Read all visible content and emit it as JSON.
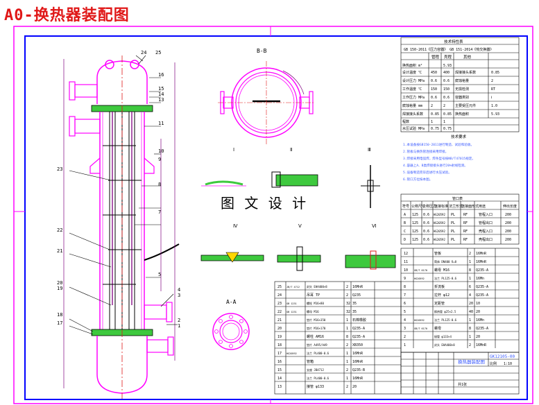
{
  "page_title": "A0-换热器装配图",
  "watermark": "图 文 设 计",
  "section_labels": {
    "bb": "B-B",
    "aa": "A-A",
    "detail1": "Ⅰ",
    "detail2": "Ⅱ",
    "detail3": "Ⅲ",
    "detail4": "Ⅳ",
    "detail5": "Ⅴ",
    "detail6": "Ⅵ"
  },
  "callouts": [
    "24",
    "25",
    "16",
    "15",
    "14",
    "13",
    "11",
    "10",
    "9",
    "8",
    "7",
    "23",
    "22",
    "21",
    "20",
    "19",
    "18",
    "17",
    "5",
    "4",
    "3",
    "2",
    "1"
  ],
  "tech_table": {
    "header": "技术特性表",
    "standard_row": "GB 150-2011《压力容器》 GB 151-2014《热交换器》",
    "col_headers": [
      "",
      "管程",
      "壳程",
      "其他",
      ""
    ],
    "rows": [
      {
        "label": "设计温度 ℃",
        "a": "450",
        "b": "400",
        "c": "焊接接头系数",
        "d": "0.85"
      },
      {
        "label": "设计压力 MPa",
        "a": "0.6",
        "b": "0.6",
        "c": "腐蚀裕量",
        "d": "2"
      },
      {
        "label": "工作温度 ℃",
        "a": "150",
        "b": "150",
        "c": "无损检测",
        "d": "RT"
      },
      {
        "label": "工作压力 MPa",
        "a": "0.6",
        "b": "0.6",
        "c": "容器类别",
        "d": "Ⅰ"
      },
      {
        "label": "腐蚀裕量 mm",
        "a": "2",
        "b": "2",
        "c": "主要受压元件",
        "d": "1.0"
      },
      {
        "label": "焊接接头系数",
        "a": "0.85",
        "b": "0.85",
        "c": "换热面积",
        "d": "5.93"
      },
      {
        "label": "程数",
        "a": "1",
        "b": "1",
        "c": "",
        "d": ""
      },
      {
        "label": "水压试验 MPa",
        "a": "0.75",
        "b": "0.75",
        "c": "",
        "d": ""
      },
      {
        "label": "换热面积 m²",
        "a": "5.93",
        "b": "",
        "c": "",
        "d": ""
      }
    ]
  },
  "requirements": {
    "header": "技术要求",
    "lines": [
      "1.本设备按GB150-2011进行制造、试验和验收。",
      "2.管板与换热管连接采用焊接。",
      "3.焊接采用电弧焊，焊条型号按NB/T47015规定。",
      "4.容器上A、B类焊接接头进行20%射线检测。",
      "5.设备制造完毕后进行水压试验。",
      "6.管口方位按本图。"
    ]
  },
  "nozzle_table": {
    "header": "管口表",
    "col_headers": [
      "符号",
      "公称尺寸",
      "公称压力",
      "连接标准",
      "法兰形式",
      "连接面形式",
      "用途",
      "伸出长度"
    ],
    "rows": [
      {
        "sym": "A",
        "dn": "125",
        "pn": "0.6",
        "std": "HG20592",
        "type": "PL",
        "face": "RF",
        "use": "管程入口",
        "len": "200"
      },
      {
        "sym": "B",
        "dn": "125",
        "pn": "0.6",
        "std": "HG20592",
        "type": "PL",
        "face": "RF",
        "use": "管程出口",
        "len": "200"
      },
      {
        "sym": "C",
        "dn": "125",
        "pn": "0.6",
        "std": "HG20592",
        "type": "PL",
        "face": "RF",
        "use": "壳程入口",
        "len": "200"
      },
      {
        "sym": "D",
        "dn": "125",
        "pn": "0.6",
        "std": "HG20592",
        "type": "PL",
        "face": "RF",
        "use": "壳程出口",
        "len": "200"
      }
    ]
  },
  "parts_right": [
    {
      "no": "12",
      "code": "",
      "name": "管板",
      "qty": "2",
      "mat": "16MnR",
      "note": ""
    },
    {
      "no": "11",
      "code": "",
      "name": "筒体 DN400 δ=8",
      "qty": "1",
      "mat": "16MnR",
      "note": ""
    },
    {
      "no": "10",
      "code": "GB/T 6170",
      "name": "螺母 M16",
      "qty": "8",
      "mat": "Q235-A",
      "note": ""
    },
    {
      "no": "9",
      "code": "HG20592",
      "name": "法兰 PL125-0.6",
      "qty": "1",
      "mat": "16Mn",
      "note": ""
    },
    {
      "no": "8",
      "code": "",
      "name": "折流板",
      "qty": "6",
      "mat": "Q235-A",
      "note": ""
    },
    {
      "no": "7",
      "code": "",
      "name": "拉杆 φ12",
      "qty": "4",
      "mat": "Q235-A",
      "note": ""
    },
    {
      "no": "6",
      "code": "",
      "name": "定距管",
      "qty": "20",
      "mat": "10",
      "note": ""
    },
    {
      "no": "5",
      "code": "",
      "name": "换热管 φ25×2.5",
      "qty": "40",
      "mat": "20",
      "note": ""
    },
    {
      "no": "4",
      "code": "HG20592",
      "name": "法兰 PL125-0.6",
      "qty": "1",
      "mat": "16Mn",
      "note": ""
    },
    {
      "no": "3",
      "code": "GB/T 6170",
      "name": "螺母",
      "qty": "8",
      "mat": "Q235-A",
      "note": ""
    },
    {
      "no": "2",
      "code": "",
      "name": "接管 φ133×4",
      "qty": "1",
      "mat": "20",
      "note": ""
    },
    {
      "no": "1",
      "code": "",
      "name": "封头 EHA400×8",
      "qty": "2",
      "mat": "16MnR",
      "note": ""
    }
  ],
  "parts_left": [
    {
      "no": "25",
      "code": "JB/T 4712",
      "name": "封头 EHA400×8",
      "qty": "2",
      "mat": "16MnR"
    },
    {
      "no": "24",
      "code": "",
      "name": "吊耳 TP",
      "qty": "2",
      "mat": "Q235"
    },
    {
      "no": "23",
      "code": "GB 1231",
      "name": "螺栓 M16×80",
      "qty": "32",
      "mat": "35"
    },
    {
      "no": "22",
      "code": "GB 1231",
      "name": "螺母 M16",
      "qty": "32",
      "mat": "35"
    },
    {
      "no": "21",
      "code": "",
      "name": "垫片 M16×350",
      "qty": "1",
      "mat": "石棉橡胶"
    },
    {
      "no": "20",
      "code": "",
      "name": "垫片 M16×170",
      "qty": "1",
      "mat": "Q235-A"
    },
    {
      "no": "19",
      "code": "",
      "name": "螺柱 AM16",
      "qty": "8",
      "mat": "Q235-A"
    },
    {
      "no": "18",
      "code": "",
      "name": "垫片 A495/A49",
      "qty": "2",
      "mat": "XB350"
    },
    {
      "no": "17",
      "code": "HG20592",
      "name": "法兰 PL400-0.6",
      "qty": "1",
      "mat": "16MnR"
    },
    {
      "no": "16",
      "code": "",
      "name": "管箱",
      "qty": "1",
      "mat": "16MnR"
    },
    {
      "no": "15",
      "code": "",
      "name": "支座 JB4712",
      "qty": "2",
      "mat": "Q235-B"
    },
    {
      "no": "14",
      "code": "",
      "name": "法兰 PL400-0.6",
      "qty": "1",
      "mat": "16MnR"
    },
    {
      "no": "13",
      "code": "",
      "name": "接管 φ133",
      "qty": "2",
      "mat": "20"
    }
  ],
  "title_block": {
    "name": "换热器装配图",
    "drawing_no": "GK12105-00",
    "scale_label": "比例",
    "scale": "1:10",
    "sheet": "共1张"
  },
  "colors": {
    "frame": "#0000ff",
    "outline": "#ff00ff",
    "green": "#3ec93e",
    "red": "#e01818",
    "dim": "#800080"
  }
}
